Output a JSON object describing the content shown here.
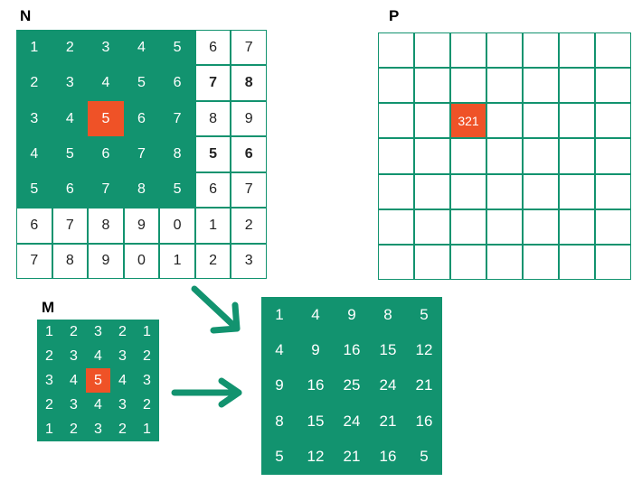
{
  "labels": {
    "n": "N",
    "p": "P",
    "m": "M"
  },
  "colors": {
    "teal": "#12936f",
    "orange": "#ef5227",
    "white": "#ffffff"
  },
  "matrix_n": {
    "values": [
      [
        "1",
        "2",
        "3",
        "4",
        "5",
        "6",
        "7"
      ],
      [
        "2",
        "3",
        "4",
        "5",
        "6",
        "7",
        "8"
      ],
      [
        "3",
        "4",
        "5",
        "6",
        "7",
        "8",
        "9"
      ],
      [
        "4",
        "5",
        "6",
        "7",
        "8",
        "5",
        "6"
      ],
      [
        "5",
        "6",
        "7",
        "8",
        "5",
        "6",
        "7"
      ],
      [
        "6",
        "7",
        "8",
        "9",
        "0",
        "1",
        "2"
      ],
      [
        "7",
        "8",
        "9",
        "0",
        "1",
        "2",
        "3"
      ]
    ],
    "highlighted_window_rows": [
      0,
      4
    ],
    "highlighted_window_cols": [
      0,
      4
    ],
    "center_cell": [
      2,
      2
    ],
    "bold_cells": [
      [
        1,
        5
      ],
      [
        1,
        6
      ],
      [
        3,
        5
      ],
      [
        3,
        6
      ]
    ]
  },
  "matrix_p": {
    "rows": 7,
    "cols": 7,
    "filled_cell": [
      2,
      2
    ],
    "filled_value": "321"
  },
  "matrix_m": {
    "values": [
      [
        "1",
        "2",
        "3",
        "2",
        "1"
      ],
      [
        "2",
        "3",
        "4",
        "3",
        "2"
      ],
      [
        "3",
        "4",
        "5",
        "4",
        "3"
      ],
      [
        "2",
        "3",
        "4",
        "3",
        "2"
      ],
      [
        "1",
        "2",
        "3",
        "2",
        "1"
      ]
    ],
    "center_cell": [
      2,
      2
    ]
  },
  "product_matrix": {
    "values": [
      [
        "1",
        "4",
        "9",
        "8",
        "5"
      ],
      [
        "4",
        "9",
        "16",
        "15",
        "12"
      ],
      [
        "9",
        "16",
        "25",
        "24",
        "21"
      ],
      [
        "8",
        "15",
        "24",
        "21",
        "16"
      ],
      [
        "5",
        "12",
        "21",
        "16",
        "5"
      ]
    ]
  }
}
